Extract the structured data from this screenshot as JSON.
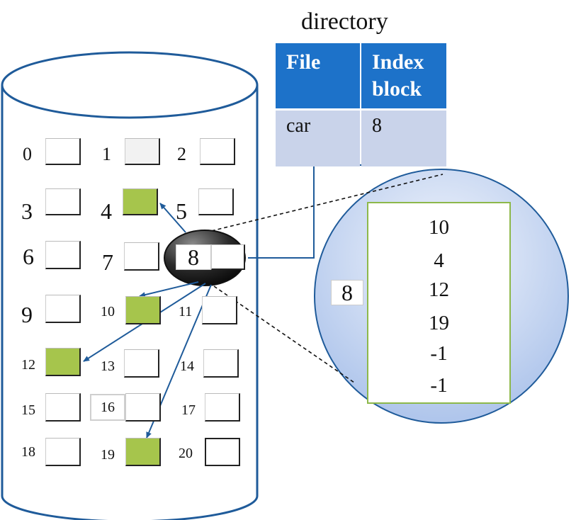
{
  "directory": {
    "title": "directory",
    "header_file": "File",
    "header_index_line1": "Index",
    "header_index_line2": "block",
    "row_file": "car",
    "row_index": "8"
  },
  "disk_blocks": [
    {
      "id": 0,
      "label": "0",
      "state": "free"
    },
    {
      "id": 1,
      "label": "1",
      "state": "free"
    },
    {
      "id": 2,
      "label": "2",
      "state": "free"
    },
    {
      "id": 3,
      "label": "3",
      "state": "free"
    },
    {
      "id": 4,
      "label": "4",
      "state": "data"
    },
    {
      "id": 5,
      "label": "5",
      "state": "free"
    },
    {
      "id": 6,
      "label": "6",
      "state": "free"
    },
    {
      "id": 7,
      "label": "7",
      "state": "free"
    },
    {
      "id": 8,
      "label": "8",
      "state": "index"
    },
    {
      "id": 9,
      "label": "9",
      "state": "free"
    },
    {
      "id": 10,
      "label": "10",
      "state": "data"
    },
    {
      "id": 11,
      "label": "11",
      "state": "free"
    },
    {
      "id": 12,
      "label": "12",
      "state": "data"
    },
    {
      "id": 13,
      "label": "13",
      "state": "free"
    },
    {
      "id": 14,
      "label": "14",
      "state": "free"
    },
    {
      "id": 15,
      "label": "15",
      "state": "free"
    },
    {
      "id": 16,
      "label": "16",
      "state": "free"
    },
    {
      "id": 17,
      "label": "17",
      "state": "free"
    },
    {
      "id": 18,
      "label": "18",
      "state": "free"
    },
    {
      "id": 19,
      "label": "19",
      "state": "data"
    },
    {
      "id": 20,
      "label": "20",
      "state": "free"
    }
  ],
  "index_block": {
    "label": "8",
    "entries": [
      "10",
      "4",
      "12",
      "19",
      "-1",
      "-1"
    ]
  },
  "colors": {
    "data_block": "#a6c54c",
    "header": "#1d72c9",
    "table_body": "#c9d3ea",
    "arrow": "#1f5b9a",
    "index_border": "#8db84a"
  }
}
